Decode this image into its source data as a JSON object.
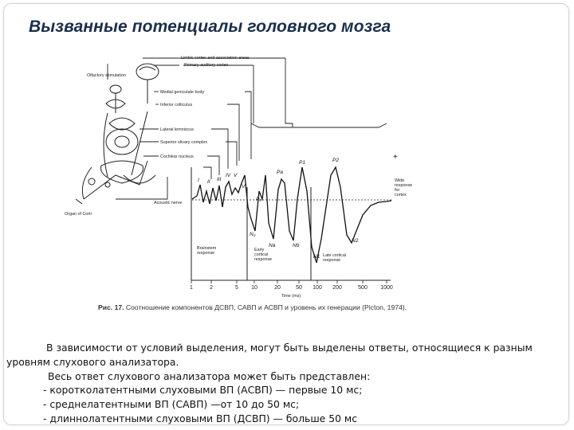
{
  "slide": {
    "title": "Вызванные потенциалы головного мозга"
  },
  "figure": {
    "labels": {
      "cortex": "Limbic cortex and association areas",
      "primary_cortex": "Primary auditory cortex",
      "olfactory": "Olfactory stimulation",
      "mgb": "Medial geniculate body",
      "ic": "Inferior colliculus",
      "ll": "Lateral lemniscus",
      "soc": "Superior olivary complex",
      "cn": "Cochlear nucleus",
      "nerve": "Acoustic nerve",
      "organ": "Organ of Corti",
      "brainstem": "Brainstem\nresponse",
      "early": "Early\ncortical\nresponse",
      "late": "Late cortical\nresponse",
      "wide": "Wide\nresponse\nfor\ncortex",
      "plus": "+"
    },
    "wave_labels": [
      "I",
      "II",
      "III",
      "IV",
      "V",
      "VI",
      "N₀",
      "P₀",
      "Na",
      "Pa",
      "Nb",
      "P1",
      "N1",
      "P2",
      "N2"
    ],
    "axis": {
      "ticks": [
        "1",
        "2",
        "5",
        "10",
        "20",
        "50",
        "100",
        "200",
        "500",
        "1000"
      ],
      "xlabel": "Time (ms)"
    },
    "caption_bold": "Рис. 17.",
    "caption": " Соотношение компонентов ДСВП, САВП и АСВП и уровень их генерации (Picton, 1974)."
  },
  "text": {
    "lines": [
      "В зависимости от условий выделения, могут быть выделены ответы, относящиеся к разным уровням слухового анализатора.",
      "Весь ответ слухового анализатора может быть представлен:",
      "- коротколатентными слуховыми ВП (АСВП) — первые 10 мс;",
      "- среднелатентными ВП (САВП) —от 10 до 50 мс;",
      "- длиннолатентными слуховыми ВП (ДСВП) — больше 50 мс"
    ]
  }
}
